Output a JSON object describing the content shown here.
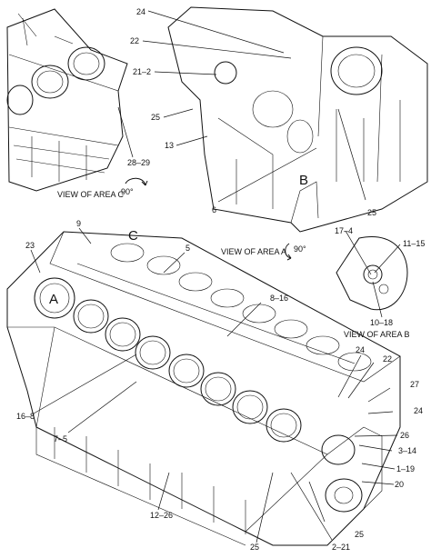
{
  "views": {
    "area_c": "VIEW OF AREA C",
    "area_c_rotation": "90°",
    "area_a": "VIEW OF AREA A",
    "area_a_rotation": "90°",
    "area_b": "VIEW OF AREA B"
  },
  "area_letters": {
    "a": "A",
    "b": "B",
    "c": "C"
  },
  "callouts": {
    "c24_top": "24",
    "c22_top": "22",
    "c21_2": "21–2",
    "c25_top_left": "25",
    "c13": "13",
    "c28_29": "28–29",
    "c6": "6",
    "c25_top_right": "25",
    "c17_4": "17–4",
    "c11_15": "11–15",
    "c10_18": "10–18",
    "c9": "9",
    "c23": "23",
    "c5": "5",
    "c8_16": "8–16",
    "c16_8": "16–8",
    "c7_5": "7–5",
    "c12_26": "12–26",
    "c24_right_a": "24",
    "c22_right": "22",
    "c27": "27",
    "c24_right_b": "24",
    "c26": "26",
    "c3_14": "3–14",
    "c1_19": "1–19",
    "c20": "20",
    "c2_21": "2–21",
    "c25_bottom_a": "25",
    "c25_bottom_b": "25"
  },
  "icons": [
    "rotate-arrow-icon"
  ]
}
